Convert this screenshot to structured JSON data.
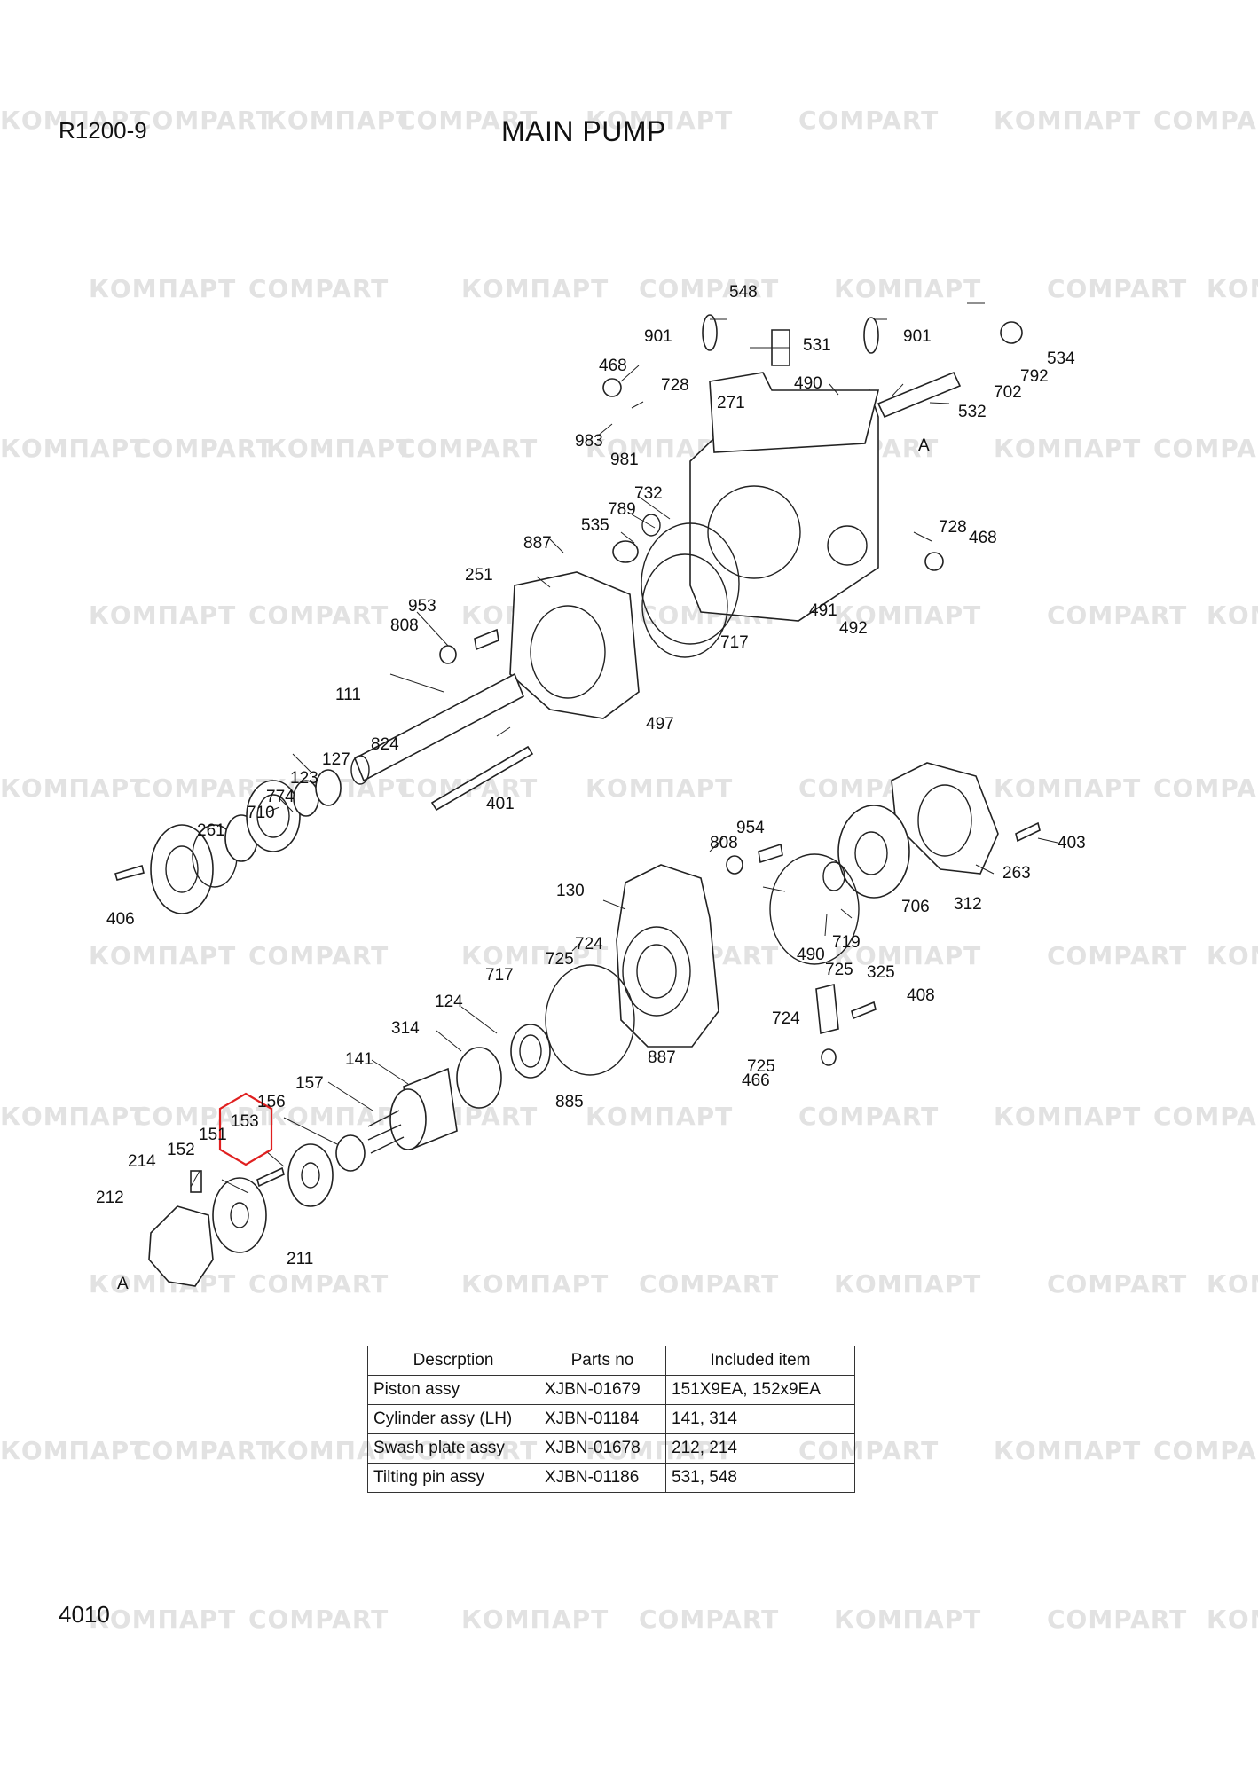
{
  "header": {
    "model": "R1200-9",
    "title": "MAIN PUMP"
  },
  "footer": {
    "page_number": "4010"
  },
  "watermark": {
    "text_cyrillic": "КОМПАРТ",
    "text_latin": "COMPART"
  },
  "highlight": {
    "part": "153",
    "color": "#e02020"
  },
  "callouts": [
    "548",
    "901",
    "531",
    "901",
    "534",
    "468",
    "728",
    "490",
    "271",
    "792",
    "702",
    "532",
    "983",
    "981",
    "A",
    "732",
    "789",
    "535",
    "887",
    "728",
    "468",
    "251",
    "491",
    "492",
    "953",
    "808",
    "717",
    "111",
    "497",
    "824",
    "127",
    "123",
    "774",
    "710",
    "261",
    "401",
    "406",
    "954",
    "808",
    "403",
    "263",
    "312",
    "130",
    "706",
    "719",
    "724",
    "725",
    "490",
    "725",
    "325",
    "717",
    "408",
    "124",
    "724",
    "314",
    "887",
    "725",
    "466",
    "141",
    "885",
    "157",
    "153",
    "156",
    "151",
    "214",
    "152",
    "212",
    "211",
    "A"
  ],
  "parts_table": {
    "headers": [
      "Descrption",
      "Parts no",
      "Included item"
    ],
    "rows": [
      [
        "Piston assy",
        "XJBN-01679",
        "151X9EA, 152x9EA"
      ],
      [
        "Cylinder assy (LH)",
        "XJBN-01184",
        "141, 314"
      ],
      [
        "Swash plate assy",
        "XJBN-01678",
        "212, 214"
      ],
      [
        "Tilting pin assy",
        "XJBN-01186",
        "531, 548"
      ]
    ]
  }
}
